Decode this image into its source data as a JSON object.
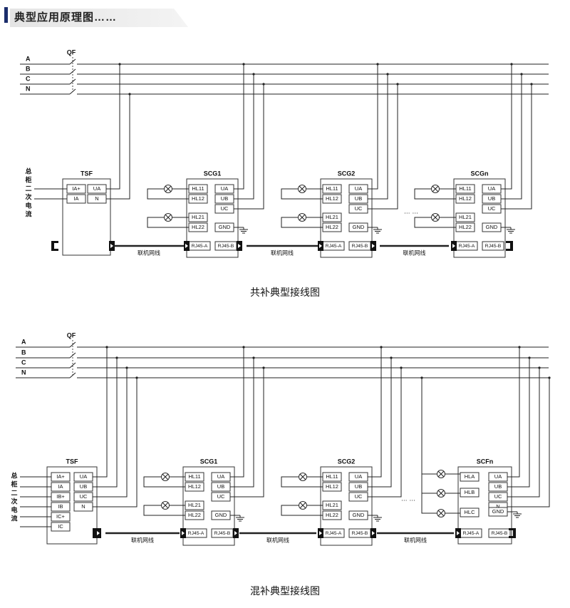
{
  "header": {
    "title": "典型应用原理图……"
  },
  "labels": {
    "phases": [
      "A",
      "B",
      "C",
      "N"
    ],
    "breaker": "QF",
    "side_label": [
      "总",
      "柜",
      "二",
      "次",
      "电",
      "流"
    ],
    "link": "联机网线",
    "dots": "… …",
    "rj45a": "RJ45-A",
    "rj45b": "RJ45-B",
    "gnd": "GND"
  },
  "diagram1": {
    "caption": "共补典型接线图",
    "tsf": {
      "name": "TSF",
      "inputs": [
        "IA+",
        "IA"
      ],
      "volts": [
        "UA",
        "N"
      ]
    },
    "units": [
      {
        "name": "SCG1",
        "outs": [
          "HL11",
          "HL12",
          "HL21",
          "HL22"
        ],
        "volts": [
          "UA",
          "UB",
          "UC"
        ]
      },
      {
        "name": "SCG2",
        "outs": [
          "HL11",
          "HL12",
          "HL21",
          "HL22"
        ],
        "volts": [
          "UA",
          "UB",
          "UC"
        ]
      },
      {
        "name": "SCGn",
        "outs": [
          "HL11",
          "HL12",
          "HL21",
          "HL22"
        ],
        "volts": [
          "UA",
          "UB",
          "UC"
        ]
      }
    ]
  },
  "diagram2": {
    "caption": "混补典型接线图",
    "tsf": {
      "name": "TSF",
      "inputs": [
        "IA+",
        "IA",
        "IB+",
        "IB",
        "IC+",
        "IC"
      ],
      "volts": [
        "UA",
        "UB",
        "UC",
        "N"
      ]
    },
    "units": [
      {
        "name": "SCG1",
        "outs": [
          "HL11",
          "HL12",
          "HL21",
          "HL22"
        ],
        "volts": [
          "UA",
          "UB",
          "UC"
        ]
      },
      {
        "name": "SCG2",
        "outs": [
          "HL11",
          "HL12",
          "HL21",
          "HL22"
        ],
        "volts": [
          "UA",
          "UB",
          "UC"
        ]
      },
      {
        "name": "SCFn",
        "outs": [
          "HLA",
          "HLB",
          "HLC"
        ],
        "volts": [
          "UA",
          "UB",
          "UC",
          "N"
        ]
      }
    ]
  }
}
